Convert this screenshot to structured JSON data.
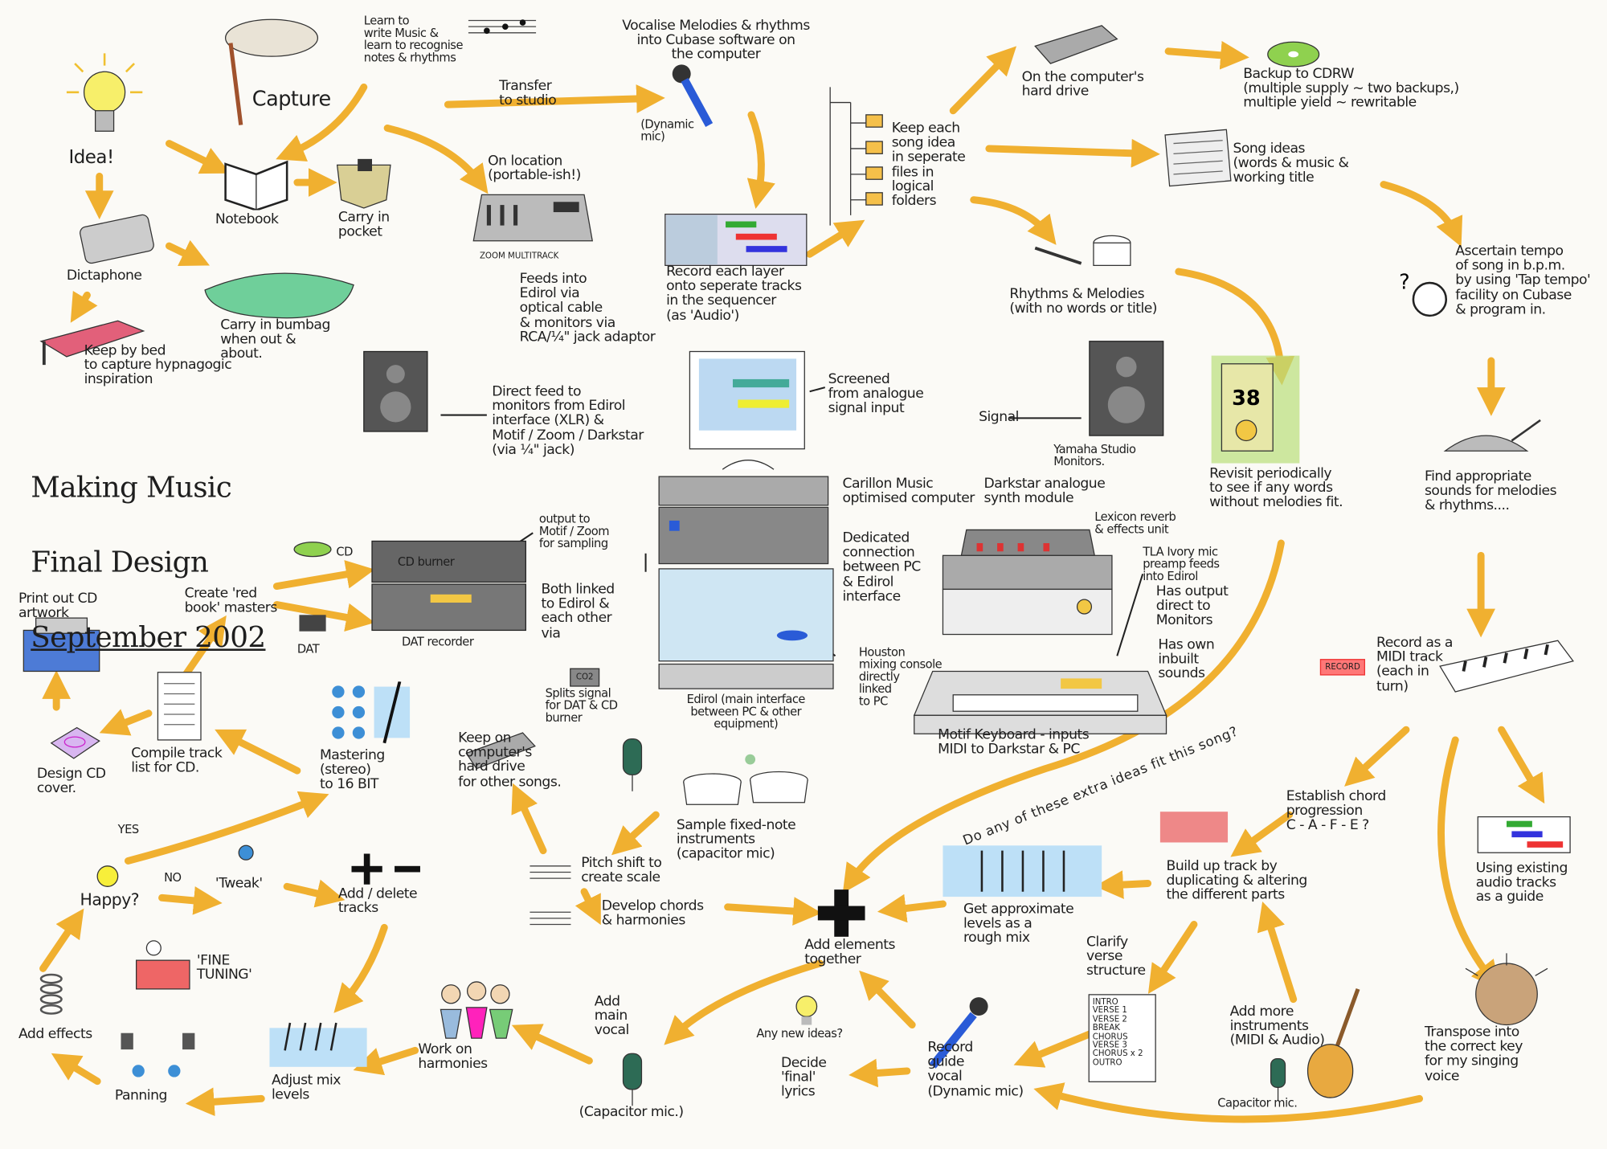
{
  "title": [
    "Making Music",
    "Final Design",
    "September 2002"
  ],
  "labels": {
    "idea": "Idea!",
    "capture": "Capture",
    "learn": "Learn to\nwrite Music &\nlearn to recognise\nnotes & rhythms",
    "transfer": "Transfer\nto studio",
    "vocalise": "Vocalise Melodies & rhythms\ninto Cubase software on\nthe computer",
    "dynamic_mic": "(Dynamic\nmic)",
    "keep_files": "Keep each\nsong idea\nin seperate\nfiles in\nlogical\nfolders",
    "hard_drive": "On the computer's\nhard drive",
    "backup": "Backup to CDRW\n(multiple supply ~ two backups,)\nmultiple yield ~ rewritable",
    "song_ideas": "Song ideas\n(words & music &\nworking title",
    "ascertain": "Ascertain tempo\nof song in b.p.m.\nby using 'Tap tempo'\nfacility on Cubase\n& program in.",
    "notebook": "Notebook",
    "pocket": "Carry in\npocket",
    "location": "On location\n(portable-ish!)",
    "zoom": "ZOOM MULTITRACK",
    "feeds": "Feeds into\nEdirol via\noptical cable\n& monitors via\nRCA/¼\" jack adaptor",
    "record_layer": "Record each layer\nonto seperate tracks\nin the sequencer\n(as 'Audio')",
    "rhythms": "Rhythms & Melodies\n(with no words or title)",
    "dictaphone": "Dictaphone",
    "bumbag": "Carry in bumbag\nwhen out &\nabout.",
    "bed": "Keep by bed\nto capture hypnagogic\ninspiration",
    "direct_feed": "Direct feed to\nmonitors from Edirol\ninterface (XLR) &\nMotif / Zoom / Darkstar\n(via ¼\" jack)",
    "screened": "Screened\nfrom analogue\nsignal input",
    "signal": "Signal",
    "yamaha": "Yamaha Studio\nMonitors.",
    "revisit": "Revisit periodically\nto see if any words\nwithout melodies fit.",
    "find_sounds": "Find appropriate\nsounds for melodies\n& rhythms....",
    "carillon": "Carillon Music\noptimised computer",
    "darkstar": "Darkstar analogue\nsynth module",
    "lexicon": "Lexicon reverb\n& effects unit",
    "tla": "TLA Ivory mic\npreamp feeds\ninto Edirol",
    "has_output": "Has output\ndirect to\nMonitors",
    "own_sounds": "Has own\ninbuilt\nsounds",
    "dedicated": "Dedicated\nconnection\nbetween PC\n& Edirol\ninterface",
    "houston": "Houston\nmixing console\ndirectly\nlinked\nto PC",
    "motif": "Motif Keyboard - inputs\nMIDI to Darkstar & PC",
    "edirol": "Edirol (main interface\nbetween PC & other\nequipment)",
    "cd_burner": "CD burner",
    "cd": "CD",
    "output_sampling": "output to\nMotif / Zoom\nfor sampling",
    "both_linked": "Both linked\nto Edirol &\neach other\nvia",
    "dat_recorder": "DAT recorder",
    "dat": "DAT",
    "splits": "Splits signal\nfor DAT & CD\nburner",
    "co2": "CO2",
    "print_cd": "Print out CD\nartwork",
    "red_book": "Create 'red\nbook' masters",
    "design_cd": "Design CD\ncover.",
    "compile": "Compile track\nlist for CD.",
    "mastering": "Mastering\n(stereo)\nto 16 BIT",
    "keep_hd": "Keep on\ncomputer's\nhard drive\nfor other songs.",
    "sample": "Sample fixed-note\ninstruments\n(capacitor mic)",
    "pitch": "Pitch shift to\ncreate scale",
    "develop": "Develop chords\n& harmonies",
    "record_midi": "Record as a\nMIDI track\n(each in\nturn)",
    "record_badge": "RECORD",
    "extra_ideas": "Do any of these extra ideas fit this song?",
    "chord": "Establish chord\nprogression\nC - A - F - E ?",
    "build": "Build up track by\nduplicating & altering\nthe different parts",
    "using_existing": "Using existing\naudio tracks\nas a guide",
    "yes": "YES",
    "no": "NO",
    "happy": "Happy?",
    "tweak": "'Tweak'",
    "add_delete": "Add / delete\ntracks",
    "fine_tuning": "'FINE\nTUNING'",
    "add_effects": "Add effects",
    "panning": "Panning",
    "adjust_mix": "Adjust mix\nlevels",
    "harmonies": "Work on\nharmonies",
    "main_vocal": "Add\nmain\nvocal",
    "capacitor_mic": "(Capacitor mic.)",
    "add_elements": "Add elements\ntogether",
    "new_ideas": "Any new ideas?",
    "decide_lyrics": "Decide\n'final'\nlyrics",
    "rough_mix": "Get approximate\nlevels as a\nrough mix",
    "clarify": "Clarify\nverse\nstructure",
    "guide_vocal": "Record\nguide\nvocal\n(Dynamic mic)",
    "more_instruments": "Add more\ninstruments\n(MIDI & Audio)",
    "capacitor_mic2": "Capacitor mic.",
    "transpose": "Transpose into\nthe correct key\nfor my singing\nvoice",
    "lyric_sheet": "INTRO\nVERSE 1\nVERSE 2\nBREAK\nCHORUS\nVERSE 3\nCHORUS x 2\nOUTRO",
    "sign_number": "38"
  },
  "colors": {
    "arrow": "#f0b030",
    "paper": "#fbfaf6",
    "ink": "#1e1e1e"
  }
}
